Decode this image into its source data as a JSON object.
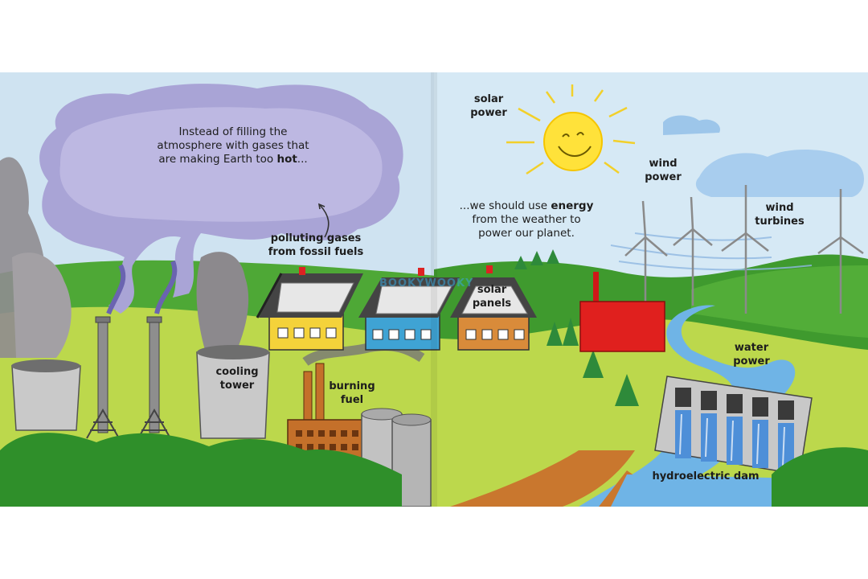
{
  "pages": {
    "left": {
      "cloud_text": {
        "part1": "Instead of filling the\natmosphere with gases that\nare making Earth too ",
        "bold": "hot",
        "part2": "..."
      },
      "labels": {
        "polluting_gases": "polluting gases\nfrom fossil fuels",
        "cooling_tower": "cooling\ntower",
        "burning_fuel": "burning\nfuel"
      }
    },
    "right": {
      "weather_text": {
        "part1": "...we should use ",
        "bold": "energy",
        "part2": "\nfrom the weather to\npower our planet."
      },
      "labels": {
        "solar_power": "solar\npower",
        "wind_power": "wind\npower",
        "wind_turbines": "wind\nturbines",
        "solar_panels": "solar\npanels",
        "water_power": "water\npower",
        "hydroelectric_dam": "hydroelectric dam"
      }
    }
  },
  "watermark": "BOOKYWOOKY",
  "colors": {
    "sky": "#cfe4f2",
    "hill_light": "#b9d84a",
    "hill_dark": "#3f9a2e",
    "smoke": "#9a979b",
    "cloud": "#a9a4d6",
    "sun": "#ffe23a",
    "river": "#6fb4e6",
    "red_building": "#e0201e"
  }
}
